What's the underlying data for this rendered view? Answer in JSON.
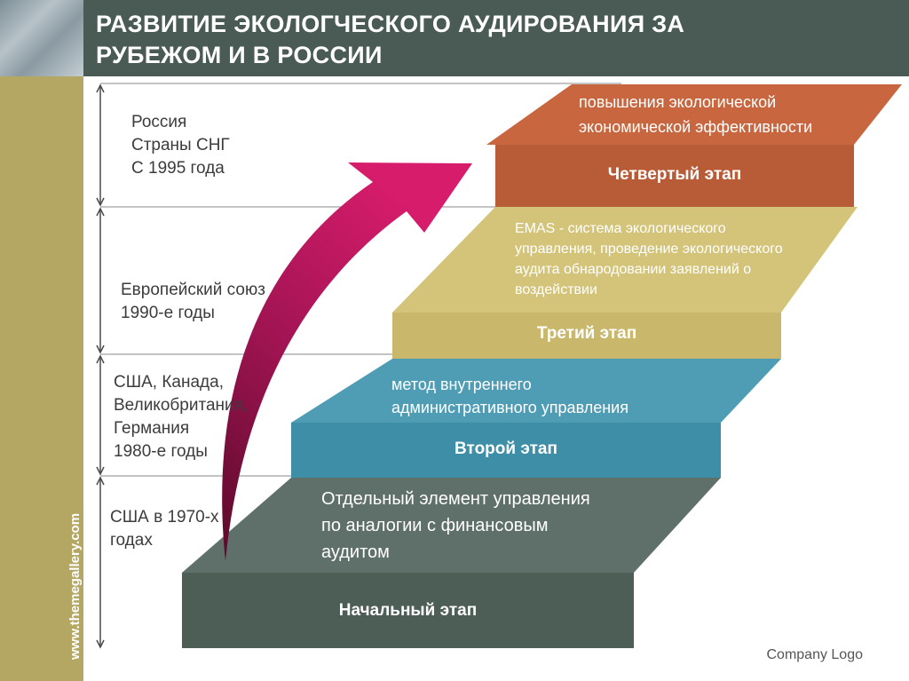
{
  "title": "РАЗВИТИЕ ЭКОЛОГЧЕСКОГО АУДИРОВАНИЯ ЗА\nРУБЕЖОМ И В РОССИИ",
  "site_url": "www.themegallery.com",
  "company_logo": "Company Logo",
  "periods": [
    {
      "label": "Россия\nСтраны СНГ\nС 1995 года"
    },
    {
      "label": "Европейский союз\n1990-е годы"
    },
    {
      "label": "США, Канада,\nВеликобритания,\n Германия\n1980-е годы"
    },
    {
      "label": "США в 1970-х\nгодах"
    }
  ],
  "steps": [
    {
      "title": "Начальный этап",
      "description": "Отдельный элемент управления\nпо аналогии с финансовым\nаудитом",
      "color": "#4d5e57"
    },
    {
      "title": "Второй этап",
      "description": "метод внутреннего\nадминистративного управления",
      "color": "#3e8ea8"
    },
    {
      "title": "Третий этап",
      "description": "EMAS - система экологического\nуправления, проведение экологического\nаудита обнародовании заявлений о\nвоздействии",
      "color": "#c9b86c"
    },
    {
      "title": "Четвертый этап",
      "description": "повышения экологической\nэкономической эффективности",
      "color": "#b85c37"
    }
  ],
  "colors": {
    "header": "#4a5a55",
    "sidebar": "#b4a764",
    "arrow": "#c0185e"
  }
}
